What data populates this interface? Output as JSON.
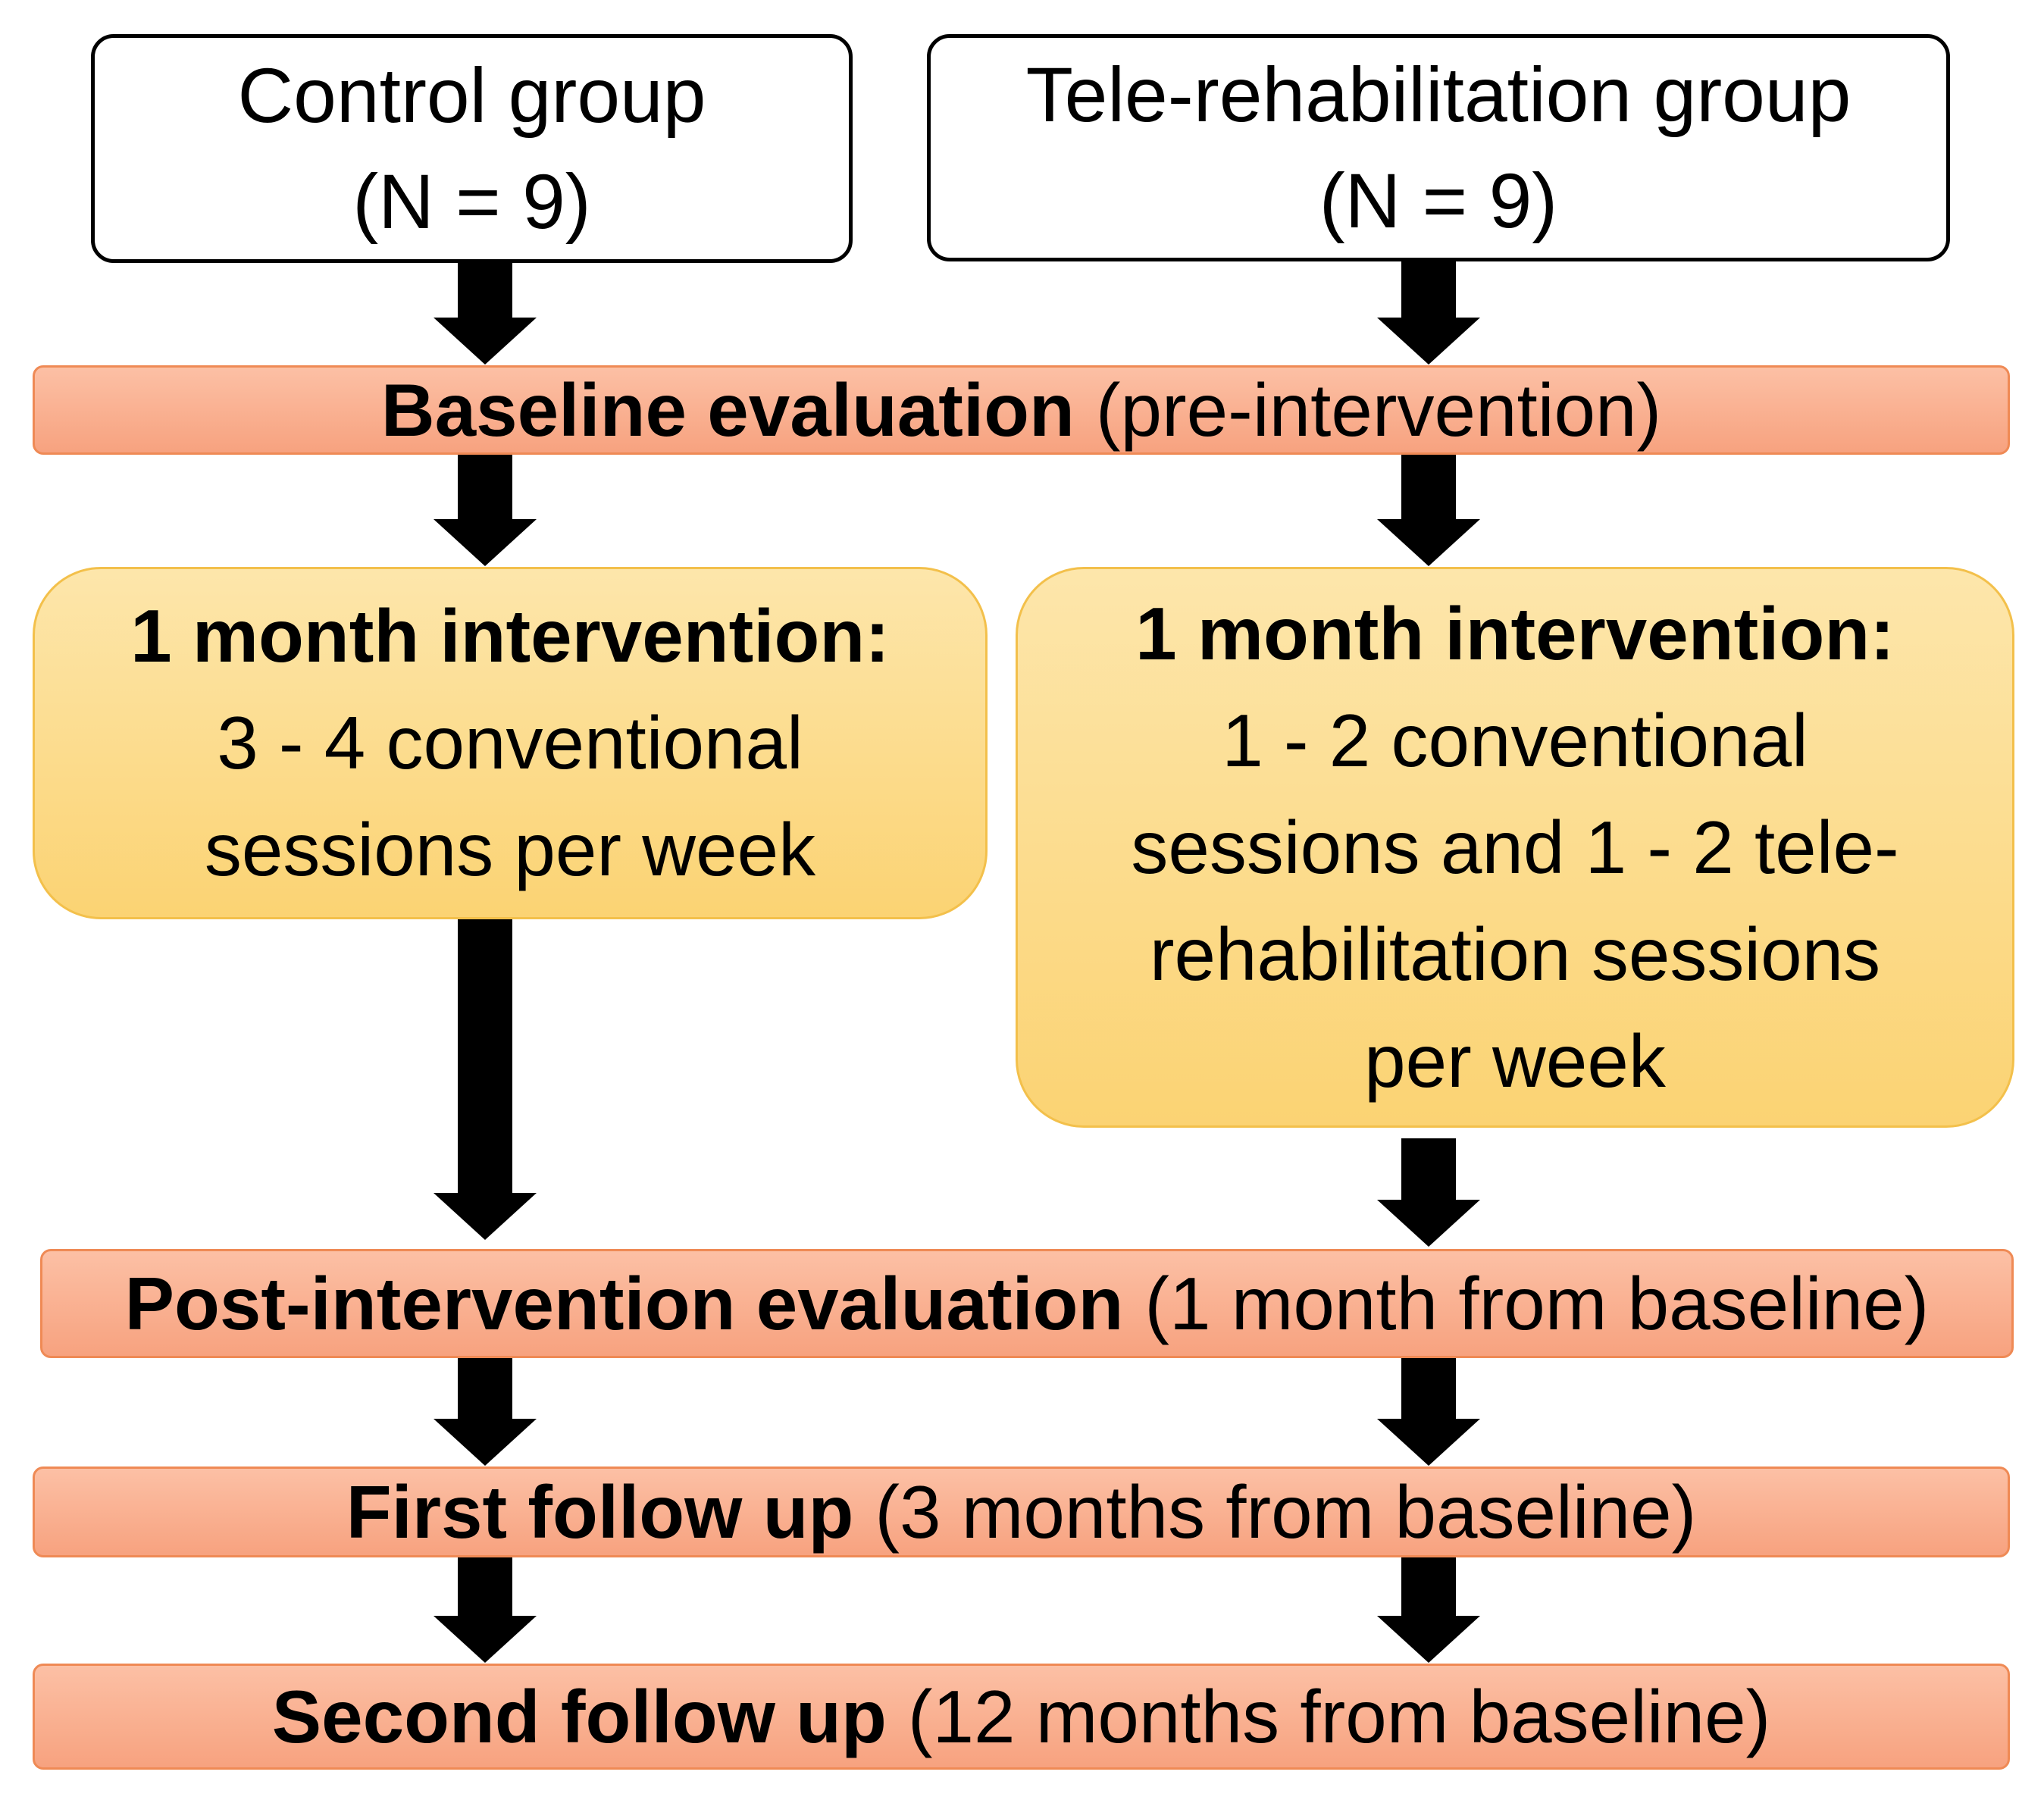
{
  "groups": {
    "control": {
      "title": "Control group",
      "n": "(N = 9)"
    },
    "tele": {
      "title": "Tele-rehabilitation group",
      "n": "(N = 9)"
    }
  },
  "stages": {
    "baseline": {
      "bold": "Baseline evaluation",
      "normal": "(pre-intervention)"
    },
    "post": {
      "bold": "Post-intervention evaluation",
      "normal": "(1 month from baseline)"
    },
    "first_followup": {
      "bold": "First follow up",
      "normal": "(3 months from baseline)"
    },
    "second_followup": {
      "bold": "Second follow up",
      "normal": "(12 months from baseline)"
    }
  },
  "interventions": {
    "control": {
      "heading": "1 month intervention:",
      "lines": [
        "3 - 4 conventional",
        "sessions per week"
      ]
    },
    "tele": {
      "heading": "1 month intervention:",
      "lines": [
        "1 - 2 conventional",
        "sessions and 1 - 2 tele-",
        "rehabilitation sessions",
        "per week"
      ]
    }
  },
  "colors": {
    "stage_fill": "#f9ad8b",
    "stage_border": "#ef8a55",
    "intervention_fill": "#fcd98a",
    "intervention_border": "#f3c04b",
    "arrow": "#000000"
  }
}
